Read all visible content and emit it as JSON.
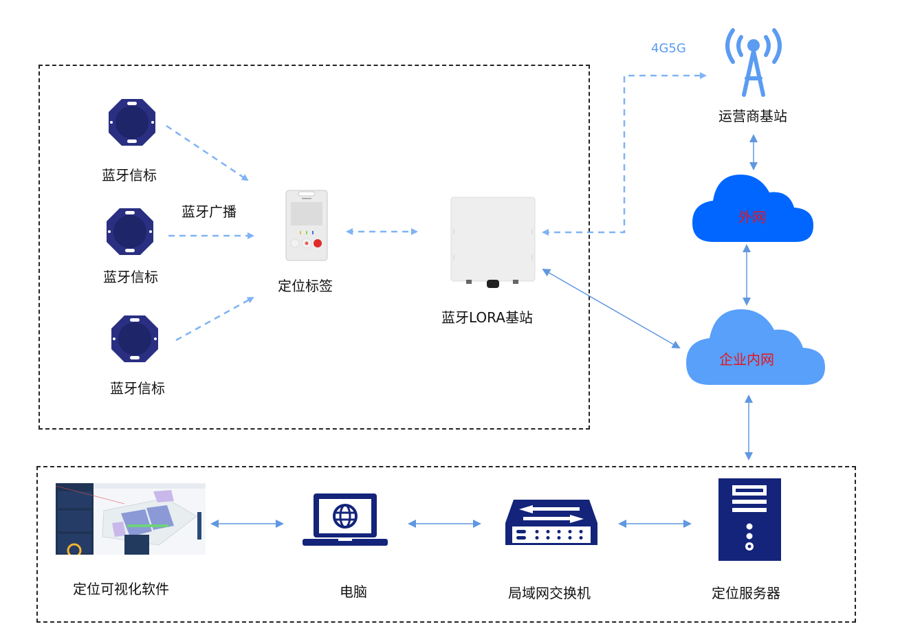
{
  "title": "蓝牙LORA定位系统拓扑图",
  "colors": {
    "navy": "#1a237e",
    "dark_navy": "#13247a",
    "dashed_arrow": "#7fb3f5",
    "solid_arrow": "#5f97e0",
    "cloud_external": "#0066ff",
    "cloud_internal": "#58a0fa",
    "cloud_text": "#e5141b",
    "tower": "#5b9cf2"
  },
  "field_zone": {
    "beacons": [
      {
        "label": "蓝牙信标",
        "icon": "bluetooth-beacon-icon"
      },
      {
        "label": "蓝牙信标",
        "icon": "bluetooth-beacon-icon"
      },
      {
        "label": "蓝牙信标",
        "icon": "bluetooth-beacon-icon"
      }
    ],
    "broadcast_label": "蓝牙广播",
    "tag": {
      "label": "定位标签",
      "icon": "positioning-tag-icon"
    },
    "base_station": {
      "label": "蓝牙LORA基站",
      "icon": "lora-gateway-icon"
    }
  },
  "network": {
    "protocol_label": "4G5G",
    "carrier": {
      "label": "运营商基站",
      "icon": "cell-tower-icon"
    },
    "external_cloud": {
      "label": "外网"
    },
    "internal_cloud": {
      "label": "企业内网"
    }
  },
  "backend_zone": {
    "software": {
      "label": "定位可视化软件",
      "icon": "visualization-screenshot"
    },
    "computer": {
      "label": "电脑",
      "icon": "laptop-icon"
    },
    "switch": {
      "label": "局域网交换机",
      "icon": "network-switch-icon"
    },
    "server": {
      "label": "定位服务器",
      "icon": "server-icon"
    }
  }
}
